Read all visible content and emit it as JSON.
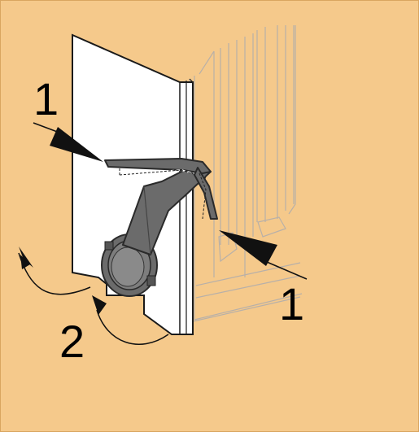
{
  "colors": {
    "background": "#f5c98b",
    "frame": "#d9a560",
    "door": "#ffffff",
    "part": "#6b6b6b",
    "part_dark": "#4a4a4a",
    "ghost_line": "#b8b0a8"
  },
  "callouts": {
    "step_1_top": "1",
    "step_1_right": "1",
    "step_2": "2"
  },
  "icons": [
    "arrow-pointer",
    "curved-rotate-arrow"
  ]
}
